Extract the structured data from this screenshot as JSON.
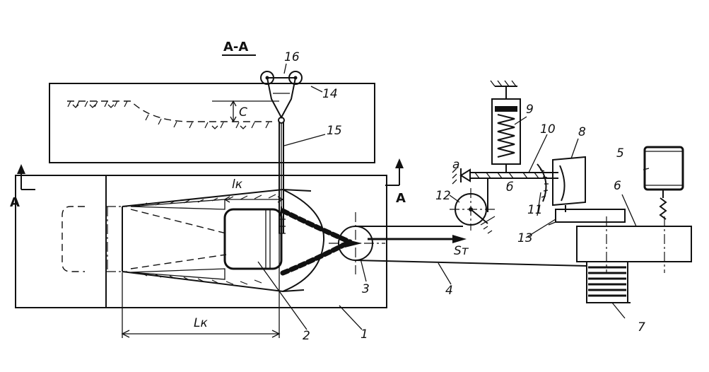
{
  "section": {
    "title": "A-A",
    "mark_left": "A",
    "mark_right": "A"
  },
  "dimensions": {
    "c": "C",
    "lk_small": "lк",
    "lk_large": "Lк",
    "force": "Sт",
    "point_a": "а",
    "point_b": "б"
  },
  "parts": [
    {
      "id": "p1",
      "label": "1"
    },
    {
      "id": "p2",
      "label": "2"
    },
    {
      "id": "p3",
      "label": "3"
    },
    {
      "id": "p4",
      "label": "4"
    },
    {
      "id": "p5",
      "label": "5"
    },
    {
      "id": "p6",
      "label": "6"
    },
    {
      "id": "p7",
      "label": "7"
    },
    {
      "id": "p8",
      "label": "8"
    },
    {
      "id": "p9",
      "label": "9"
    },
    {
      "id": "p10",
      "label": "10"
    },
    {
      "id": "p11",
      "label": "11"
    },
    {
      "id": "p12",
      "label": "12"
    },
    {
      "id": "p13",
      "label": "13"
    },
    {
      "id": "p14",
      "label": "14"
    },
    {
      "id": "p15",
      "label": "15"
    },
    {
      "id": "p16",
      "label": "16"
    }
  ]
}
